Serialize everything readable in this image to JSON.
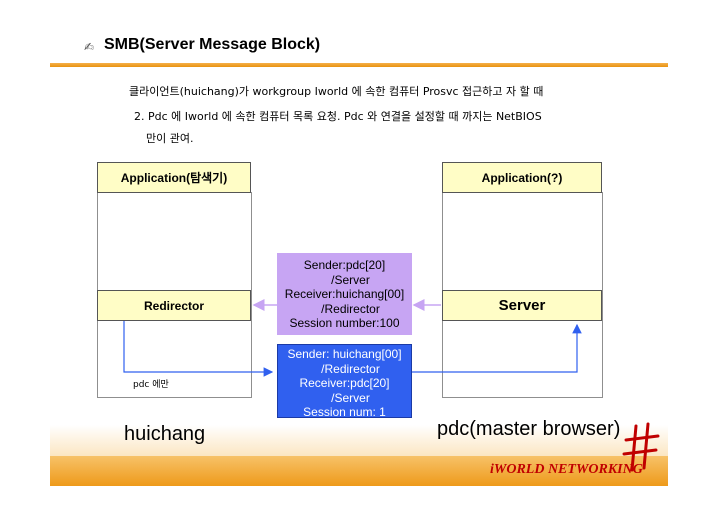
{
  "slide": {
    "title": "SMB(Server Message Block)",
    "title_icon": "pen-icon",
    "intro_line1": "클라이언트(huichang)가 workgroup Iworld 에 속한 컴퓨터 Prosvc 접근하고 자 할 때",
    "intro_line2": "2. Pdc 에 Iworld 에 속한 컴퓨터 목록 요청. Pdc 와 연결을 설정할 때 까지는 NetBIOS",
    "intro_line3": "만이 관여."
  },
  "diagram": {
    "client": {
      "application_label": "Application(탐색기)",
      "redirector_label": "Redirector",
      "note": "pdc 에만",
      "host_label": "huichang"
    },
    "server": {
      "application_label": "Application(?)",
      "server_label": "Server",
      "host_label": "pdc(master browser)"
    },
    "response_message": {
      "lines": [
        "Sender:pdc[20]",
        "/Server",
        "Receiver:huichang[00]",
        "/Redirector",
        "Session number:100"
      ],
      "color": "#c7a5f3"
    },
    "request_message": {
      "lines": [
        "Sender: huichang[00]",
        "/Redirector",
        "Receiver:pdc[20]",
        "/Server",
        "Session num: 1"
      ],
      "color": "#3060ef"
    }
  },
  "footer": {
    "brand": "iWORLD NETWORKING",
    "accent_color": "#f2a72e",
    "brand_color": "#c00000"
  }
}
